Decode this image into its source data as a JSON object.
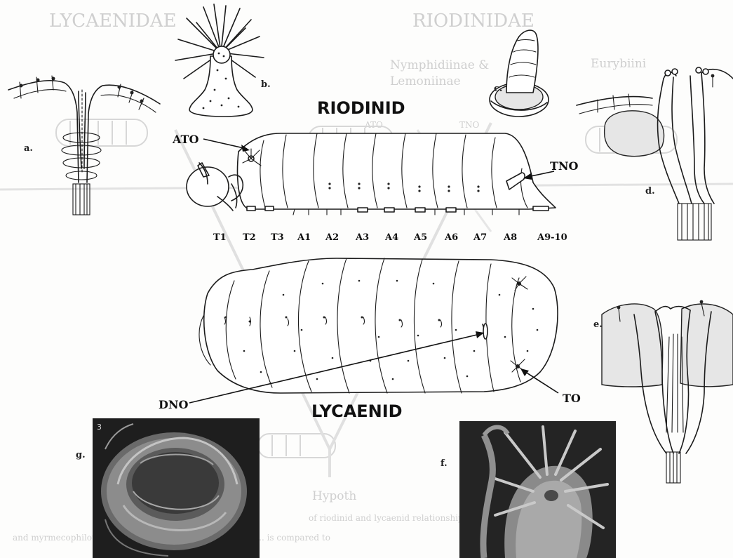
{
  "background_text": {
    "left_family": "LYCAENIDAE",
    "right_family": "RIODINIDAE",
    "eury": "Eurybiini",
    "nymph": "Nymphidiinae &",
    "lemon": "Lemoniinae",
    "tno_small": "TNO",
    "ato_small": "ATO",
    "hypoth": "Hypoth",
    "caption_line1": "of riodinid and lycaenid relationships ... are organs",
    "caption_line2": "and myrmecophilous ... riodinids and modern conditions ... is compared to"
  },
  "titles": {
    "riodinid": "RIODINID",
    "lycaenid": "LYCAENID"
  },
  "callouts": {
    "ato": "ATO",
    "tno": "TNO",
    "dno": "DNO",
    "to": "TO"
  },
  "panel_letters": {
    "a": "a.",
    "b": "b.",
    "c": "c.",
    "d": "d.",
    "e": "e.",
    "f": "f.",
    "g": "g."
  },
  "segments": [
    "T1",
    "T2",
    "T3",
    "A1",
    "A2",
    "A3",
    "A4",
    "A5",
    "A6",
    "A7",
    "A8",
    "A9-10"
  ],
  "colors": {
    "ink": "#1b1b1b",
    "ghost": "#d7d7d7",
    "sem_dark": "#1e1e1e",
    "sem_mid": "#6f6f6f"
  }
}
